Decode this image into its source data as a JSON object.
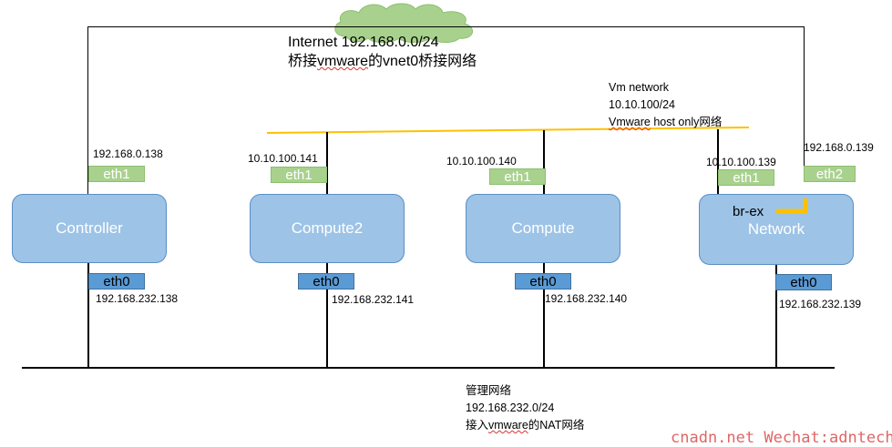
{
  "internet": {
    "line1": "Internet 192.168.0.0/24",
    "line2_pre": "桥接",
    "line2_word": "vmware",
    "line2_post": "的vnet0桥接网络"
  },
  "vm_network": {
    "line1": "Vm network",
    "line2": "10.10.100/24",
    "line3_word": "Vmware",
    "line3_post": " host only网络"
  },
  "mgmt": {
    "line1": "管理网络",
    "line2": "192.168.232.0/24",
    "line3_pre": "接入",
    "line3_word": "vmware",
    "line3_post": "的NAT网络"
  },
  "nodes": {
    "controller": "Controller",
    "compute2": "Compute2",
    "compute": "Compute",
    "network": "Network"
  },
  "interfaces": {
    "eth0": "eth0",
    "eth1": "eth1",
    "eth2": "eth2",
    "br_ex": "br-ex"
  },
  "ips": {
    "controller_eth1": "192.168.0.138",
    "controller_eth0": "192.168.232.138",
    "compute2_eth1": "10.10.100.141",
    "compute2_eth0": "192.168.232.141",
    "compute_eth1": "10.10.100.140",
    "compute_eth0": "192.168.232.140",
    "network_eth1": "10.10.100.139",
    "network_eth2": "192.168.0.139",
    "network_eth0": "192.168.232.139"
  },
  "watermark": "cnadn.net Wechat:adntech",
  "colors": {
    "internet_line": "#70ad47",
    "vm_network_line": "#ffc000",
    "mgmt_line": "#4472c4",
    "node_fill": "#9dc3e6",
    "eth_green": "#a9d18e",
    "eth_blue": "#5b9bd5",
    "watermark": "#e06666"
  },
  "icons": {
    "cloud": "cloud-icon",
    "br_ex_arrow": "br-ex-arrow-icon"
  }
}
